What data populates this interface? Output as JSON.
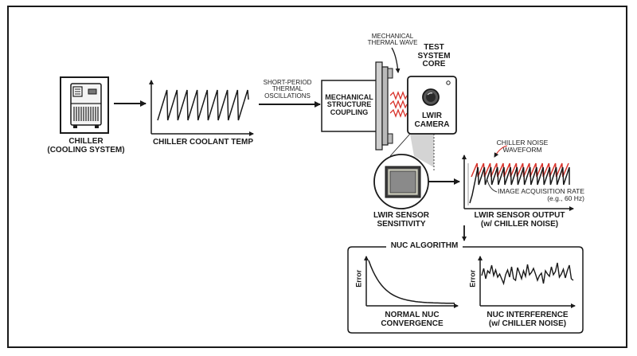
{
  "colors": {
    "ink": "#1a1a1a",
    "accent_red": "#d8332b",
    "plate_gray": "#b9b9b9",
    "sensor_gray": "#8a8a8a",
    "beam_gray": "#d4d4d4"
  },
  "chiller": {
    "icon": "chiller-unit-icon",
    "label_line1": "CHILLER",
    "label_line2": "(COOLING SYSTEM)"
  },
  "coolant_chart": {
    "label": "CHILLER COOLANT TEMP",
    "waveform": "sawtooth",
    "cycles": 9
  },
  "oscillation_label": {
    "line1": "SHORT-PERIOD",
    "line2": "THERMAL",
    "line3": "OSCILLATIONS"
  },
  "mechanical": {
    "line1": "MECHANICAL",
    "line2": "STRUCTURE",
    "line3": "COUPLING"
  },
  "thermal_wave": {
    "line1": "MECHANICAL",
    "line2": "THERMAL WAVE"
  },
  "test_system": {
    "line1": "TEST",
    "line2": "SYSTEM",
    "line3": "CORE"
  },
  "camera": {
    "icon": "camera-lens-icon",
    "line1": "LWIR",
    "line2": "CAMERA"
  },
  "sensor": {
    "icon": "sensor-chip-icon",
    "line1": "LWIR SENSOR",
    "line2": "SENSITIVITY"
  },
  "sensor_output": {
    "label_line1": "LWIR SENSOR OUTPUT",
    "label_line2": "(w/ CHILLER NOISE)",
    "annotation_noise_line1": "CHILLER NOISE",
    "annotation_noise_line2": "WAVEFORM",
    "annotation_rate_line1": "IMAGE ACQUISITION RATE",
    "annotation_rate_line2": "(e.g., 60 Hz)",
    "cycles": 15
  },
  "nuc": {
    "title": "NUC ALGORITHM",
    "left_chart": {
      "ylabel": "Error",
      "label_line1": "NORMAL NUC",
      "label_line2": "CONVERGENCE"
    },
    "right_chart": {
      "ylabel": "Error",
      "label_line1": "NUC INTERFERENCE",
      "label_line2": "(w/ CHILLER NOISE)"
    }
  }
}
